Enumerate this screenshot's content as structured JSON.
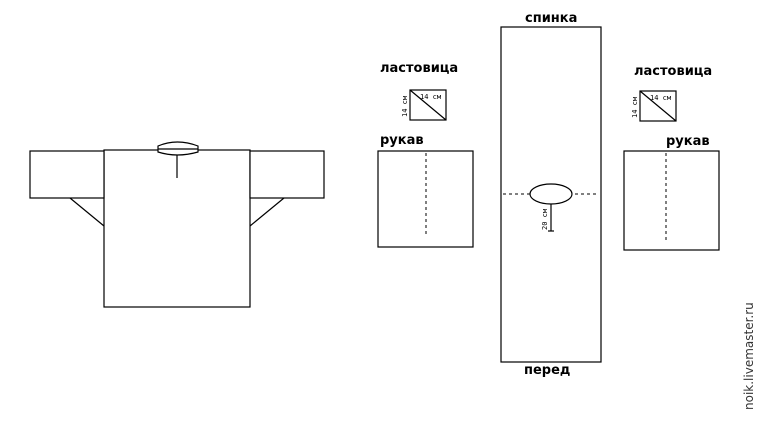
{
  "labels": {
    "back": "спинка",
    "front": "перед",
    "gusset": "ластовица",
    "sleeve": "рукав",
    "gusset_side_a": "14 см",
    "gusset_side_b": "14 см",
    "slit_length": "20 см"
  },
  "watermark": "noik.livemaster.ru"
}
